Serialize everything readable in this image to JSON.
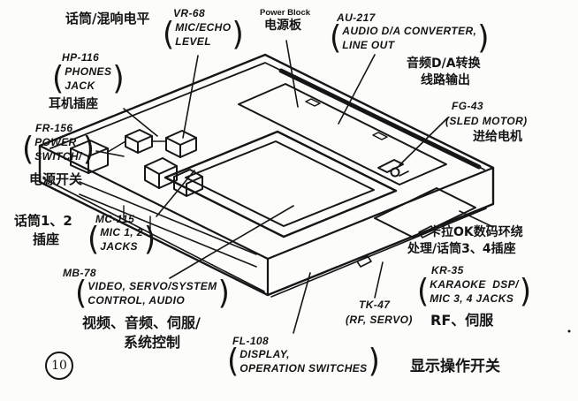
{
  "page": {
    "number": "10"
  },
  "ui": {
    "open_paren": "(",
    "close_paren": ")"
  },
  "labels": {
    "mic_echo_cn": "话筒/混响电平",
    "vr68": {
      "part": "VR-68",
      "line1": "MIC/ECHO",
      "line2": "LEVEL"
    },
    "power_block": {
      "en": "Power Block",
      "cn": "电源板"
    },
    "au217": {
      "part": "AU-217",
      "line1": "AUDIO D/A CONVERTER,",
      "line2": "LINE OUT",
      "cn1": "音频D/A转换",
      "cn2": "线路输出"
    },
    "hp116": {
      "part": "HP-116",
      "line1": "PHONES",
      "line2": "JACK",
      "cn": "耳机插座"
    },
    "fr156": {
      "part": "FR-156",
      "line1": "POWER",
      "line2": "SWITCH/",
      "cn": "电源开关"
    },
    "fg43": {
      "part": "FG-43",
      "en": "(SLED MOTOR)",
      "cn": "进给电机"
    },
    "mic12": {
      "cn1": "话筒1、2",
      "cn2": "插座"
    },
    "mc115": {
      "part": "MC-115",
      "line1": "MIC 1, 2",
      "line2": "JACKS"
    },
    "mb78": {
      "part": "MB-78",
      "line1": "VIDEO, SERVO/SYSTEM",
      "line2": "CONTROL, AUDIO",
      "cn1": "视频、音频、伺服/",
      "cn2": "系统控制"
    },
    "karaoke": {
      "cn1": "卡拉OK数码环绕",
      "cn2": "处理/话筒3、4插座"
    },
    "kr35": {
      "part": "KR-35",
      "line1": "KARAOKE  DSP/",
      "line2": "MIC 3, 4 JACKS"
    },
    "tk47": {
      "part": "TK-47",
      "en": "(RF, SERVO)",
      "cn": "RF、伺服"
    },
    "fl108": {
      "part": "FL-108",
      "line1": "DISPLAY,",
      "line2": "OPERATION SWITCHES",
      "cn": "显示操作开关"
    }
  }
}
